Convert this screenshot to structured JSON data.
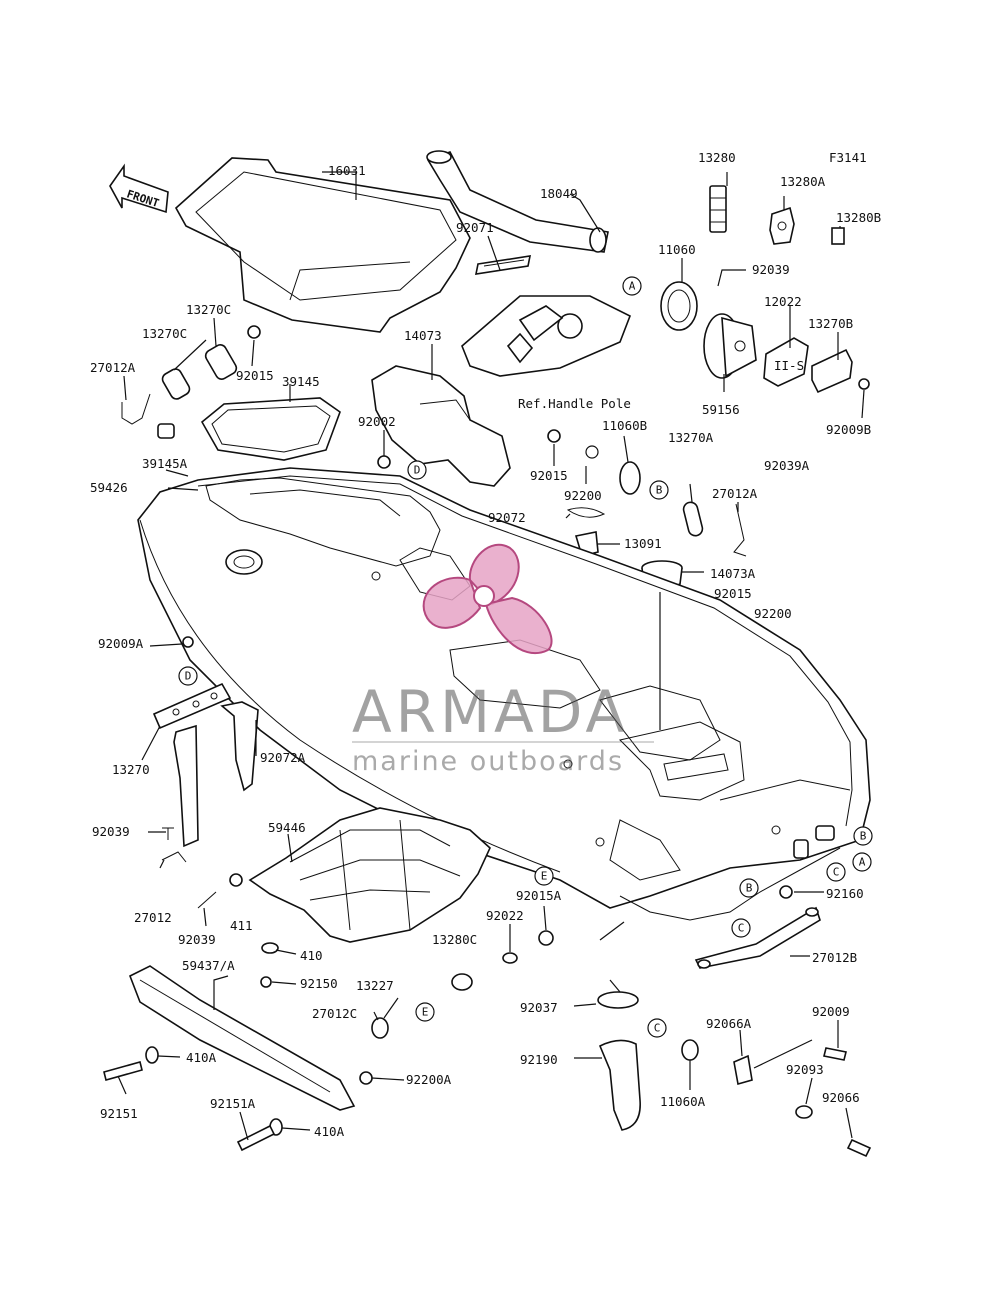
{
  "figure_code": "F3141",
  "front_label": "FRONT",
  "reference_note": "Ref.Handle Pole",
  "watermark": {
    "title": "ARMADA",
    "subtitle": "marine outboards",
    "colors": {
      "logo": "#e6a3c6",
      "text": "#555555"
    }
  },
  "callouts": [
    "A",
    "B",
    "C",
    "D",
    "E"
  ],
  "part_numbers": [
    "16031",
    "18049",
    "13280",
    "13280A",
    "13280B",
    "11060",
    "92039",
    "92071",
    "13270C",
    "13270C",
    "92015",
    "14073",
    "27012A",
    "39145",
    "12022",
    "13270B",
    "59156",
    "92009B",
    "92002",
    "92015",
    "11060B",
    "39145A",
    "59426",
    "92200",
    "13270A",
    "92039A",
    "27012A",
    "92072",
    "13091",
    "14073A",
    "92015",
    "92200",
    "92009A",
    "13270",
    "92072A",
    "92039",
    "59446",
    "27012",
    "92039",
    "411",
    "410",
    "59437/A",
    "92150",
    "13227",
    "27012C",
    "410A",
    "92151",
    "92151A",
    "410A",
    "92200A",
    "92022",
    "13280C",
    "92015A",
    "92037",
    "92190",
    "11060A",
    "92066A",
    "92009",
    "92093",
    "92066",
    "92160",
    "27012B"
  ]
}
